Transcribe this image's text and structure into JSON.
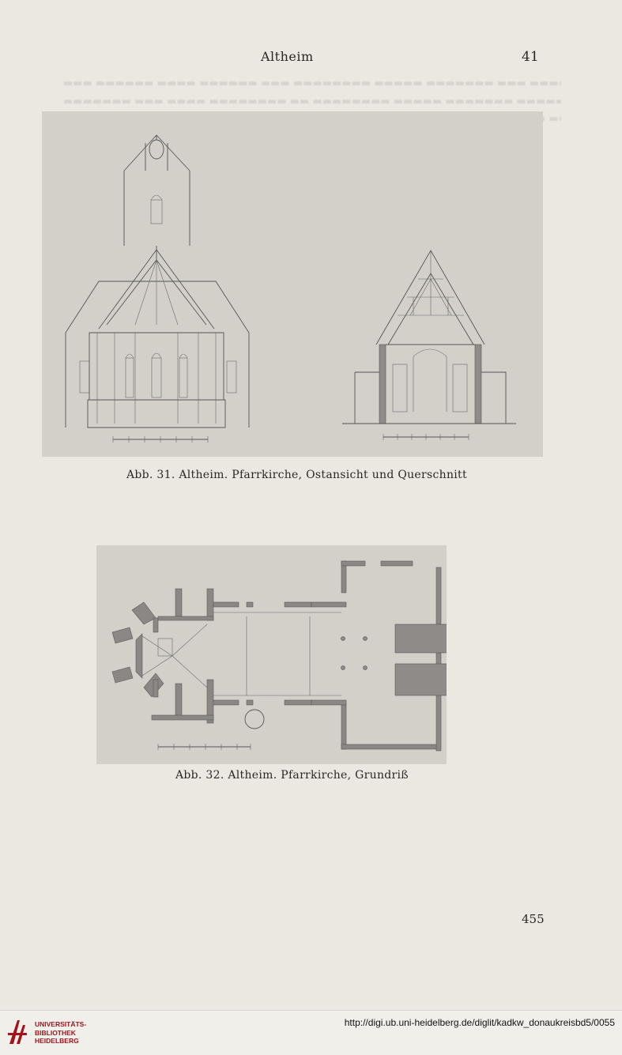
{
  "header": {
    "title": "Altheim",
    "page_number": "41"
  },
  "figures": [
    {
      "caption": "Abb. 31. Altheim. Pfarrkirche, Ostansicht und Querschnitt"
    },
    {
      "caption": "Abb. 32. Altheim. Pfarrkirche, Grundriß"
    }
  ],
  "footer": {
    "page_number": "455",
    "library_lines": [
      "UNIVERSITÄTS-",
      "BIBLIOTHEK",
      "HEIDELBERG"
    ],
    "url": "http://digi.ub.uni-heidelberg.de/diglit/kadkw_donaukreisbd5/0055"
  }
}
